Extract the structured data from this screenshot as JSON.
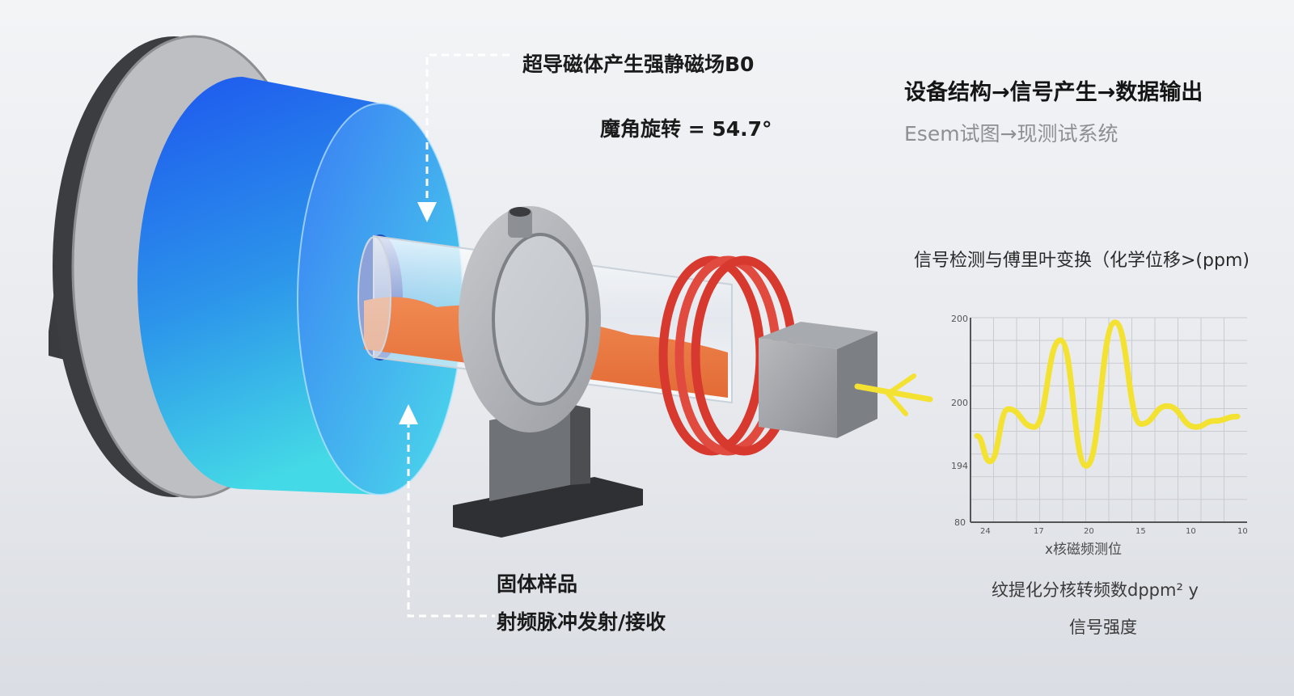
{
  "labels": {
    "magnet": "超导磁体产生强静磁场B0",
    "magic_angle": "魔角旋转 = 54.7°",
    "sample": "固体样品",
    "rf_pulse": "射频脉冲发射/接收"
  },
  "flow": {
    "title": "设备结构→信号产生→数据输出",
    "subtitle": "Esem试图→现测试系统"
  },
  "chart_data": {
    "type": "line",
    "title": "信号检测与傅里叶变换（化学位移>(ppm)",
    "xlabel": "x核磁频测位",
    "ylabel": "纹提化分核转频数dppm² y",
    "ylabel2": "信号强度",
    "y_tick_labels": [
      "200",
      "200",
      "194",
      "80"
    ],
    "x_tick_labels": [
      "24",
      "17",
      "20",
      "15",
      "10",
      "10"
    ],
    "x_norm": [
      0.0,
      0.05,
      0.12,
      0.22,
      0.32,
      0.42,
      0.53,
      0.63,
      0.73,
      0.84,
      0.91,
      1.0
    ],
    "y_norm": [
      0.22,
      0.05,
      0.4,
      0.28,
      0.86,
      0.02,
      0.98,
      0.3,
      0.42,
      0.28,
      0.32,
      0.35
    ],
    "grid": true,
    "line_color": "#f4e232"
  },
  "colors": {
    "magnet_top": "#1f5ef0",
    "magnet_bottom": "#3fd2e6",
    "sample": "#ee7a42",
    "coil": "#d83a32",
    "signal": "#f4e232"
  }
}
